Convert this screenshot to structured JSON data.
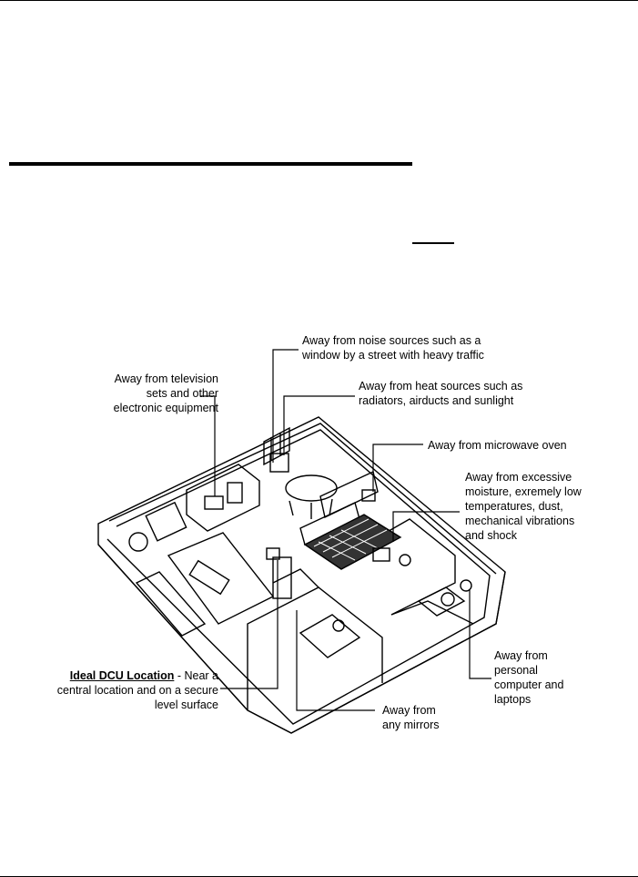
{
  "callouts": {
    "noise": "Away from noise sources such as a\nwindow by a street with heavy traffic",
    "tv": "Away from television\nsets and other\nelectronic equipment",
    "heat": "Away from heat sources such as\nradiators, airducts and sunlight",
    "microwave": "Away from microwave oven",
    "moisture": "Away from excessive\nmoisture, exremely low\ntemperatures, dust,\nmechanical vibrations\nand  shock",
    "ideal_title": "Ideal DCU Location",
    "ideal_text": " - Near a\ncentral location and on a secure\nlevel surface",
    "computer": "Away from\npersonal\ncomputer and\nlaptops",
    "mirrors": "Away from\nany mirrors"
  }
}
